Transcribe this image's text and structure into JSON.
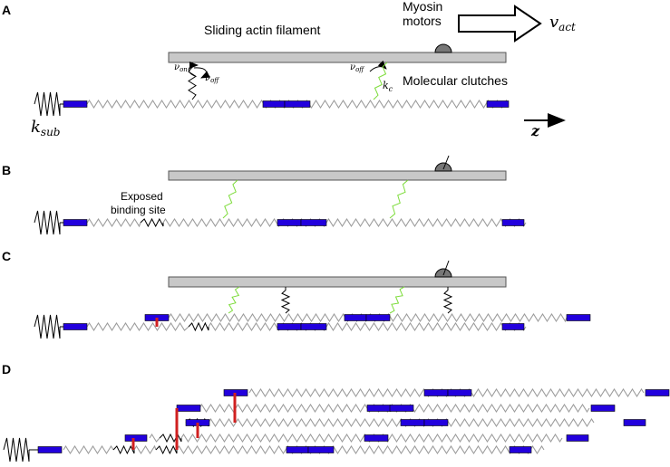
{
  "panels": [
    {
      "id": "A"
    },
    {
      "id": "B"
    },
    {
      "id": "C"
    },
    {
      "id": "D"
    }
  ],
  "labels": {
    "filament": "Sliding actin filament",
    "myosin_line1": "Myosin",
    "myosin_line2": "motors",
    "clutches": "Molecular clutches",
    "exposed_line1": "Exposed",
    "exposed_line2": "binding site"
  },
  "math": {
    "v_act": "v",
    "v_act_sub": "act",
    "nu_on": "ν",
    "nu_on_sub": "on",
    "nu_off": "ν",
    "nu_off_sub": "off",
    "nu_off2": "ν",
    "nu_off2_sub": "off",
    "k_c": "k",
    "k_c_sub": "c",
    "k_sub": "k",
    "k_sub_sub": "sub",
    "z": "z"
  },
  "colors": {
    "actin": "#c8c8c8",
    "talin_block": "#2200dd",
    "clutch_green": "#7ddc3a",
    "crosslink_red": "#d02020",
    "helix": "#9a9a9a"
  }
}
